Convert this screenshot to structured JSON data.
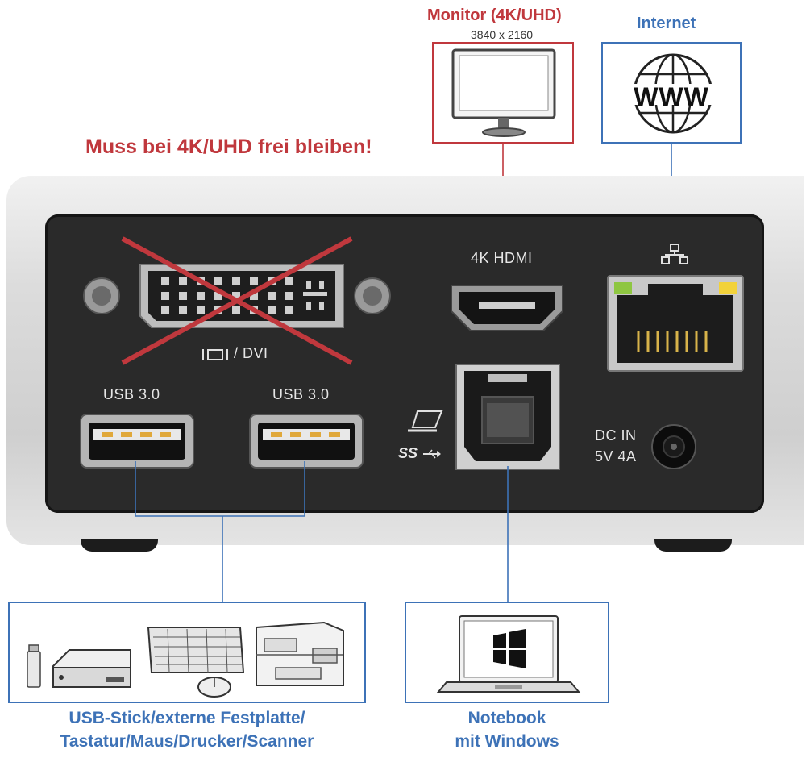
{
  "monitor": {
    "title": "Monitor (4K/UHD)",
    "resolution": "3840 x 2160"
  },
  "internet": {
    "title": "Internet",
    "www": "WWW"
  },
  "warning": "Muss bei 4K/UHD frei bleiben!",
  "ports": {
    "hdmi_label": "4K HDMI",
    "dvi_label": "/ DVI",
    "usb1_label": "USB 3.0",
    "usb2_label": "USB 3.0",
    "ss_label": "SS",
    "dc_line1": "DC IN",
    "dc_line2": "5V 4A"
  },
  "bottom": {
    "devices_line1": "USB-Stick/externe Festplatte/",
    "devices_line2": "Tastatur/Maus/Drucker/Scanner",
    "notebook_line1": "Notebook",
    "notebook_line2": "mit Windows"
  },
  "colors": {
    "red": "#c0383d",
    "blue": "#3d72b7",
    "panel": "#2a2a2a",
    "chassis": "#d6d6d6"
  }
}
